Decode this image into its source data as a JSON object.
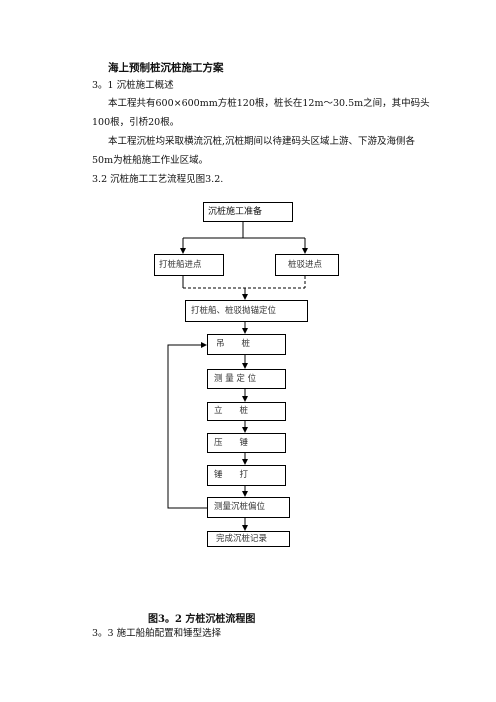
{
  "doc": {
    "title": "海上预制桩沉桩施工方案",
    "section_3_1": "3。1 沉桩施工概述",
    "para1_line1": "本工程共有600×600mm方桩120根，桩长在12m～30.5m之间，其中码头",
    "para1_line2": "100根，引桥20根。",
    "para2_line1": "本工程沉桩均采取横流沉桩,沉桩期间以待建码头区域上游、下游及海侧各",
    "para2_line2": "50m为桩船施工作业区域。",
    "section_3_2": "3.2 沉桩施工工艺流程见图3.2.",
    "caption": "图3。2 方桩沉桩流程图",
    "section_3_3": "3。3 施工船舶配置和锤型选择"
  },
  "flowchart": {
    "prep": "沉桩施工准备",
    "pile_ship": "打桩船进点",
    "pile_barge": "桩驳进点",
    "anchor": "打桩船、桩驳抛锚定位",
    "hang": "吊　　桩",
    "measure_locate": "测 量 定 位",
    "stand": "立　　桩",
    "press_hammer": "压　　锤",
    "sink": "锤　　打",
    "check_offset": "测量沉桩偏位",
    "record": "完成沉桩记录"
  }
}
